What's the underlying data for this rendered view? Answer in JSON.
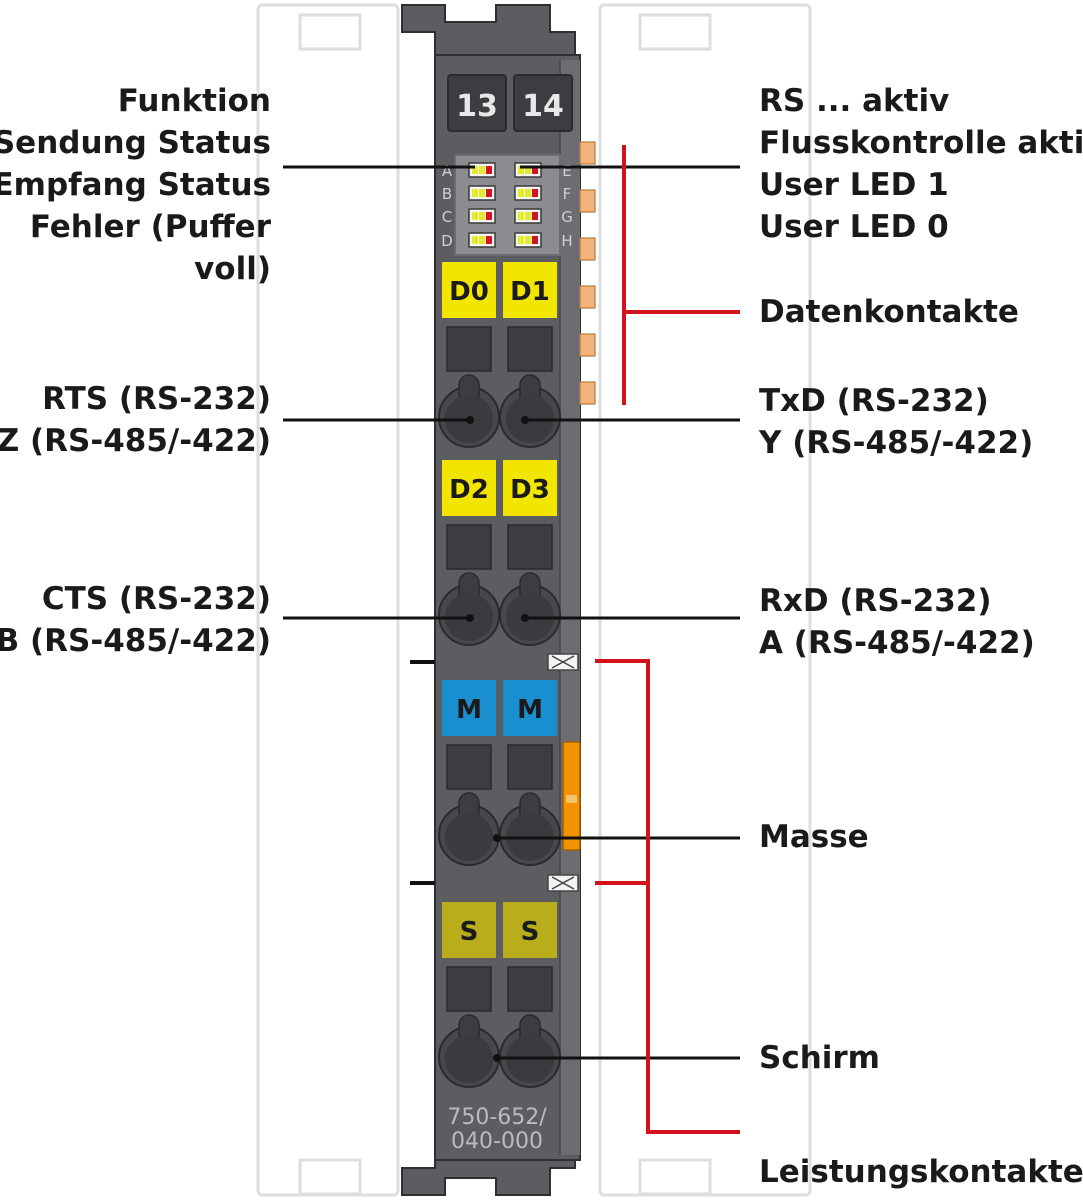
{
  "left_labels": {
    "led_functions": [
      "Funktion",
      "Sendung Status",
      "Empfang Status",
      "Fehler (Puffer",
      "voll)"
    ],
    "rts": [
      "RTS (RS-232)",
      "Z (RS-485/-422)"
    ],
    "cts": [
      "CTS (RS-232)",
      "B (RS-485/-422)"
    ]
  },
  "right_labels": {
    "led_functions": [
      "RS ... aktiv",
      "Flusskontrolle aktiv",
      "User LED 1",
      "User LED 0"
    ],
    "data_contacts": "Datenkontakte",
    "txd": [
      "TxD (RS-232)",
      "Y (RS-485/-422)"
    ],
    "rxd": [
      "RxD (RS-232)",
      "A (RS-485/-422)"
    ],
    "ground": "Masse",
    "shield": "Schirm",
    "power_contacts": "Leistungskontakte"
  },
  "module": {
    "number_left": "13",
    "number_right": "14",
    "led_letters_left": [
      "A",
      "B",
      "C",
      "D"
    ],
    "led_letters_right": [
      "E",
      "F",
      "G",
      "H"
    ],
    "terminals": {
      "d0": "D0",
      "d1": "D1",
      "d2": "D2",
      "d3": "D3",
      "m1": "M",
      "m2": "M",
      "s1": "S",
      "s2": "S"
    },
    "part_number_line1": "750-652/",
    "part_number_line2": "040-000"
  },
  "colors": {
    "housing": "#5b5d60",
    "housing_dark": "#3c3d40",
    "data_label": "#f2e500",
    "ground_label": "#1a8fd0",
    "shield_label": "#b9ad1c",
    "bracket": "#d4121e",
    "contact": "#f3b37a",
    "power_jumper": "#f29200"
  }
}
